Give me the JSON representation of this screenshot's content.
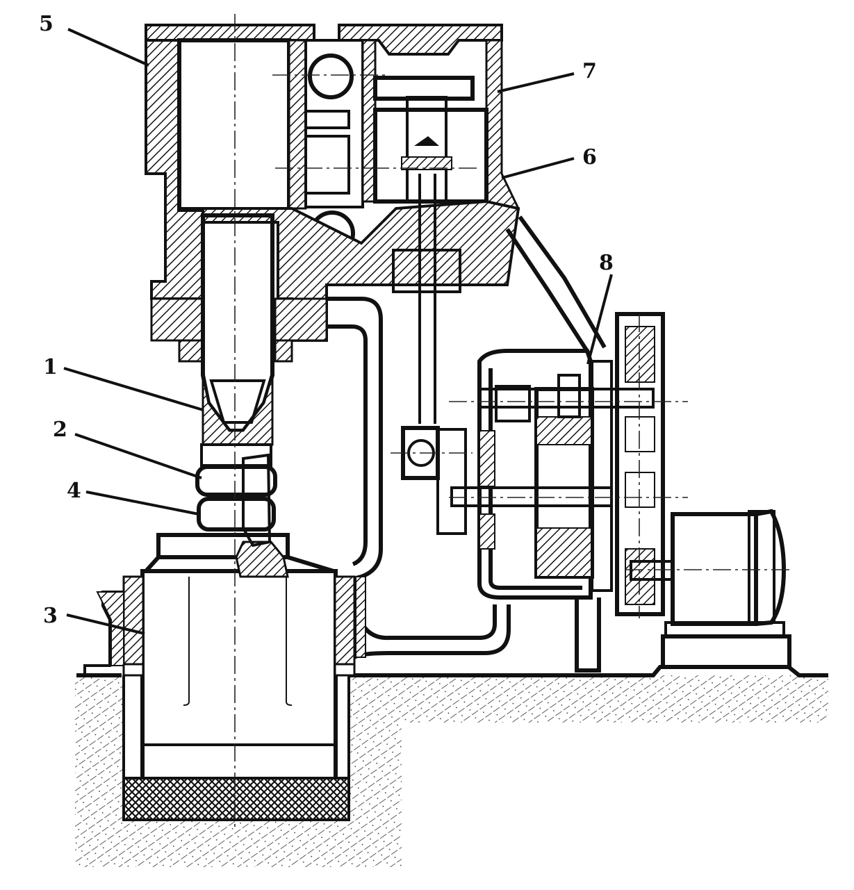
{
  "diagram": {
    "labels": [
      {
        "id": "1",
        "text": "1"
      },
      {
        "id": "2",
        "text": "2"
      },
      {
        "id": "3",
        "text": "3"
      },
      {
        "id": "4",
        "text": "4"
      },
      {
        "id": "5",
        "text": "5"
      },
      {
        "id": "6",
        "text": "6"
      },
      {
        "id": "7",
        "text": "7"
      },
      {
        "id": "8",
        "text": "8"
      }
    ]
  },
  "colors": {
    "ink": "#111111",
    "paper": "#ffffff"
  }
}
